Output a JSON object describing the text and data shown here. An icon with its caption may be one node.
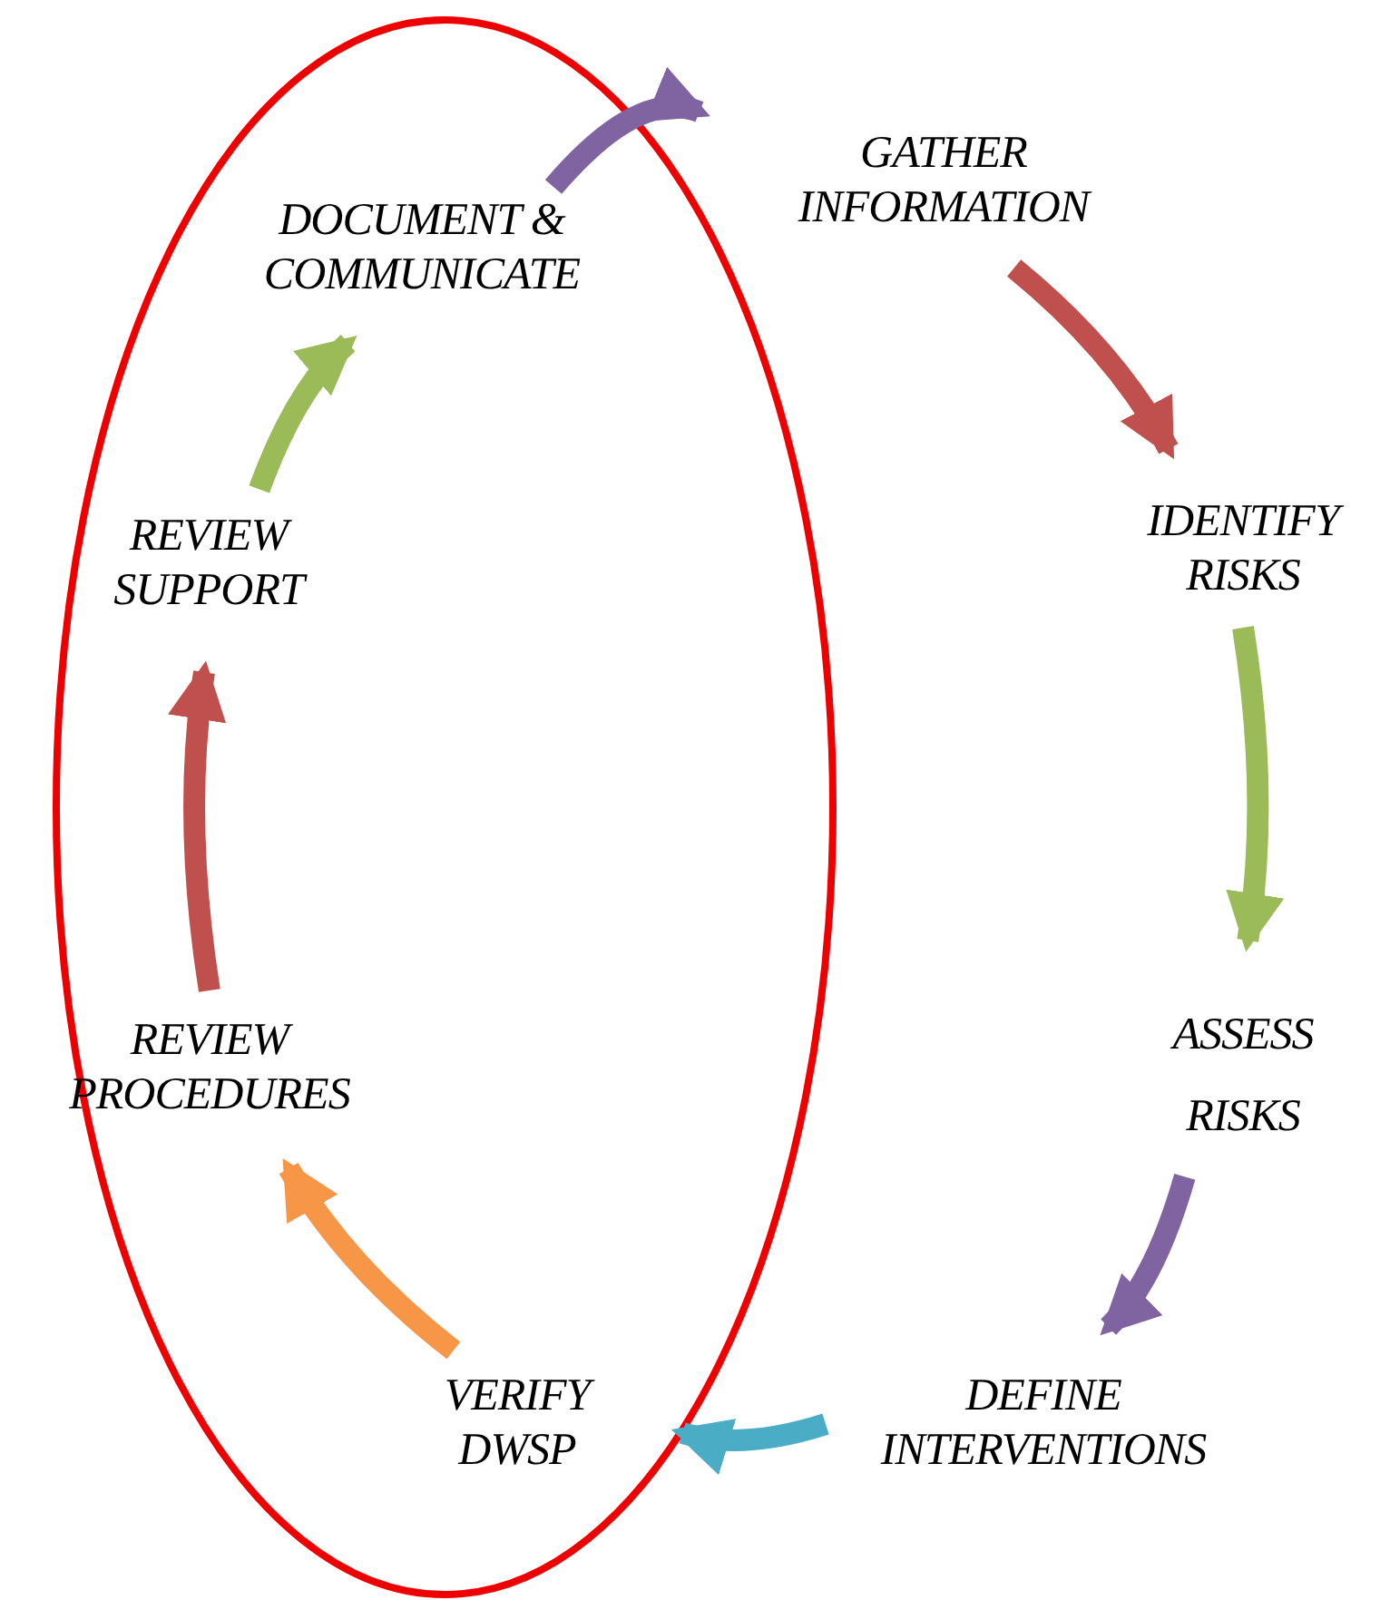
{
  "diagram": {
    "nodes": [
      {
        "text": [
          "GATHER INFORMATION"
        ]
      },
      {
        "text": [
          "IDENTIFY RISKS"
        ]
      },
      {
        "text": [
          "ASSESS RISKS"
        ]
      },
      {
        "text": [
          "DEFINE INTERVENTIONS"
        ]
      },
      {
        "text": [
          "VERIFY DWSP"
        ]
      },
      {
        "text": [
          "REVIEW PROCEDURES"
        ]
      },
      {
        "text": [
          "REVIEW SUPPORT"
        ]
      },
      {
        "text": [
          "DOCUMENT & COMMUNICATE"
        ]
      }
    ],
    "edges": [
      {
        "from": 0,
        "to": 1,
        "arrow": "to",
        "color": "#c0504d"
      },
      {
        "from": 1,
        "to": 2,
        "arrow": "to",
        "color": "#9bbb59"
      },
      {
        "from": 2,
        "to": 3,
        "arrow": "to",
        "color": "#8064a2"
      },
      {
        "from": 3,
        "to": 4,
        "arrow": "to",
        "color": "#4bacc6"
      },
      {
        "from": 4,
        "to": 5,
        "arrow": "to",
        "color": "#f79646"
      },
      {
        "from": 5,
        "to": 6,
        "arrow": "to",
        "color": "#c0504d"
      },
      {
        "from": 6,
        "to": 7,
        "arrow": "to",
        "color": "#9bbb59"
      },
      {
        "from": 7,
        "to": 0,
        "arrow": "to",
        "color": "#8064a2"
      }
    ]
  }
}
